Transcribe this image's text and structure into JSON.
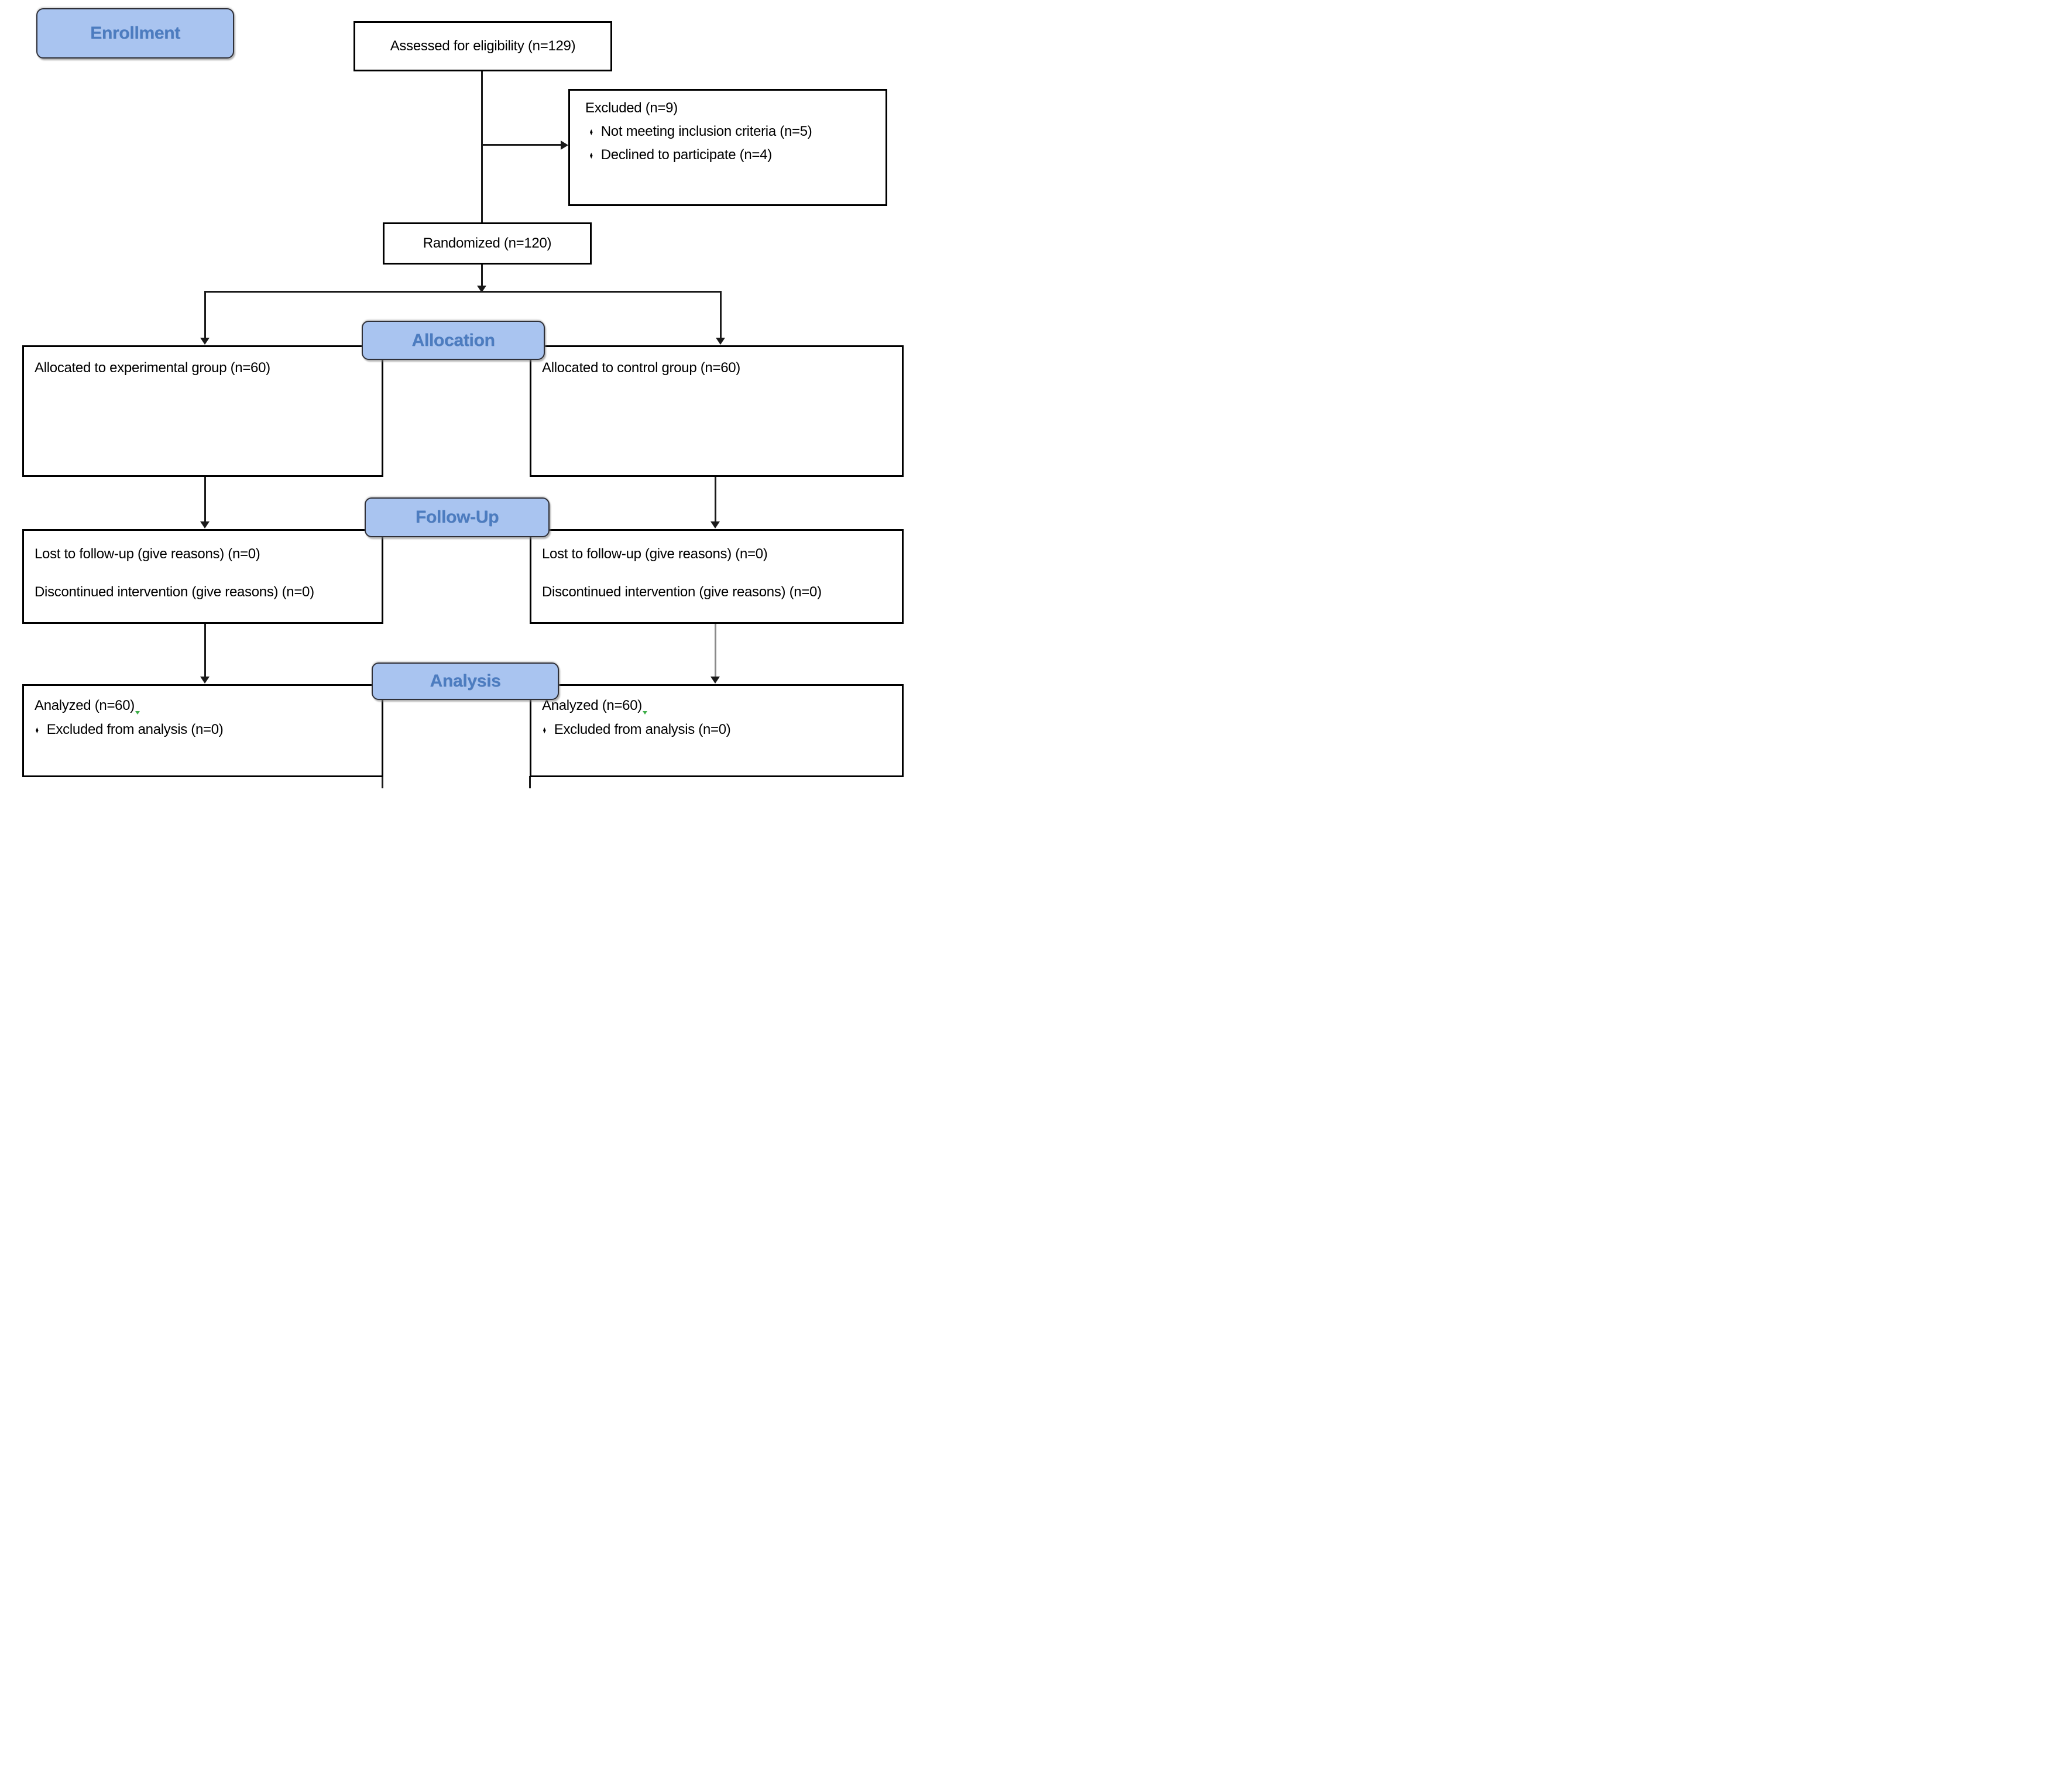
{
  "ui": {
    "bullet": "♦"
  },
  "colors": {
    "pill_fill": "#a9c4f0",
    "pill_border": "#2f3038",
    "pill_text": "#4c7cc0",
    "box_border": "#000000",
    "connector": "#1a1a1a",
    "connector_gray": "#8a8a8a",
    "artifact_green": "#3fae49"
  },
  "stages": {
    "enrollment": {
      "label": "Enrollment"
    },
    "assessed": {
      "text": "Assessed for eligibility (n=129)"
    },
    "excluded": {
      "title": "Excluded (n=9)",
      "items": [
        "Not meeting inclusion criteria (n=5)",
        "Declined to participate (n=4)"
      ]
    },
    "randomized": {
      "text": "Randomized (n=120)"
    },
    "allocation": {
      "label": "Allocation",
      "left": {
        "text": "Allocated to experimental group (n=60)"
      },
      "right": {
        "text": "Allocated to control group (n=60)"
      }
    },
    "followup": {
      "label": "Follow-Up",
      "left": {
        "lines": [
          "Lost to follow-up (give reasons) (n=0)",
          "Discontinued intervention (give reasons) (n=0)"
        ]
      },
      "right": {
        "lines": [
          "Lost to follow-up (give reasons) (n=0)",
          "Discontinued intervention (give reasons) (n=0)"
        ]
      }
    },
    "analysis": {
      "label": "Analysis",
      "left": {
        "title": "Analyzed (n=60)",
        "items": [
          "Excluded from analysis (n=0)"
        ]
      },
      "right": {
        "title": "Analyzed (n=60)",
        "items": [
          "Excluded from analysis (n=0)"
        ]
      }
    }
  }
}
